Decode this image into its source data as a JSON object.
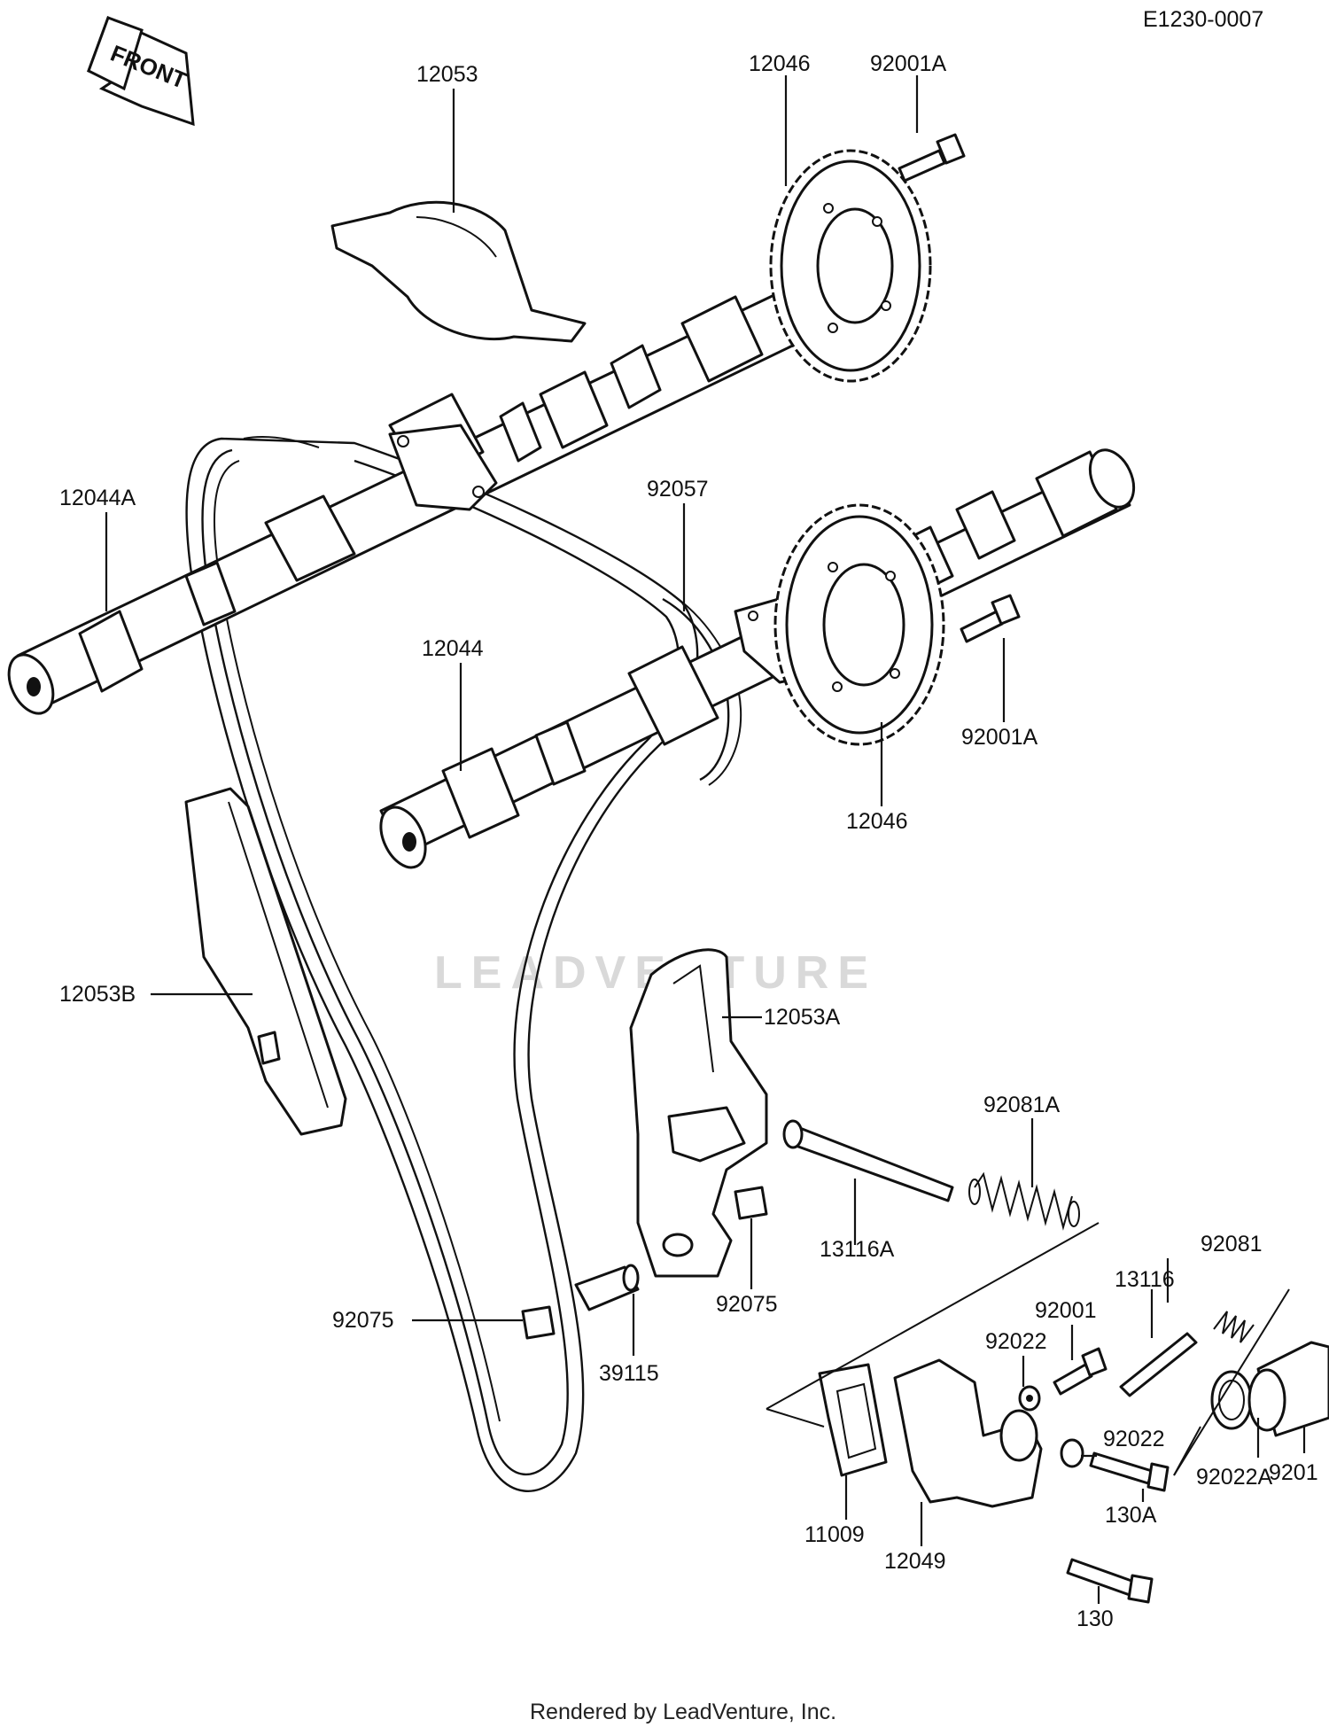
{
  "diagram": {
    "ref_code": "E1230-0007",
    "front_label": "FRONT",
    "watermark": "LEADVENTURE",
    "footer": "Rendered by LeadVenture, Inc.",
    "callouts": {
      "c12053": "12053",
      "c12046_top": "12046",
      "c92001A_top": "92001A",
      "c12044A": "12044A",
      "c92057": "92057",
      "c12044": "12044",
      "c92001A_mid": "92001A",
      "c12046_mid": "12046",
      "c12053B": "12053B",
      "c12053A": "12053A",
      "c92081A": "92081A",
      "c13116A": "13116A",
      "c92075_right": "92075",
      "c92075_left": "92075",
      "c39115": "39115",
      "c92081": "92081",
      "c13116": "13116",
      "c92001": "92001",
      "c92022_top": "92022",
      "c92022_mid": "92022",
      "c9201": "9201",
      "c130A": "130A",
      "c92022A": "92022A",
      "c11009": "11009",
      "c12049": "12049",
      "c130": "130"
    }
  }
}
